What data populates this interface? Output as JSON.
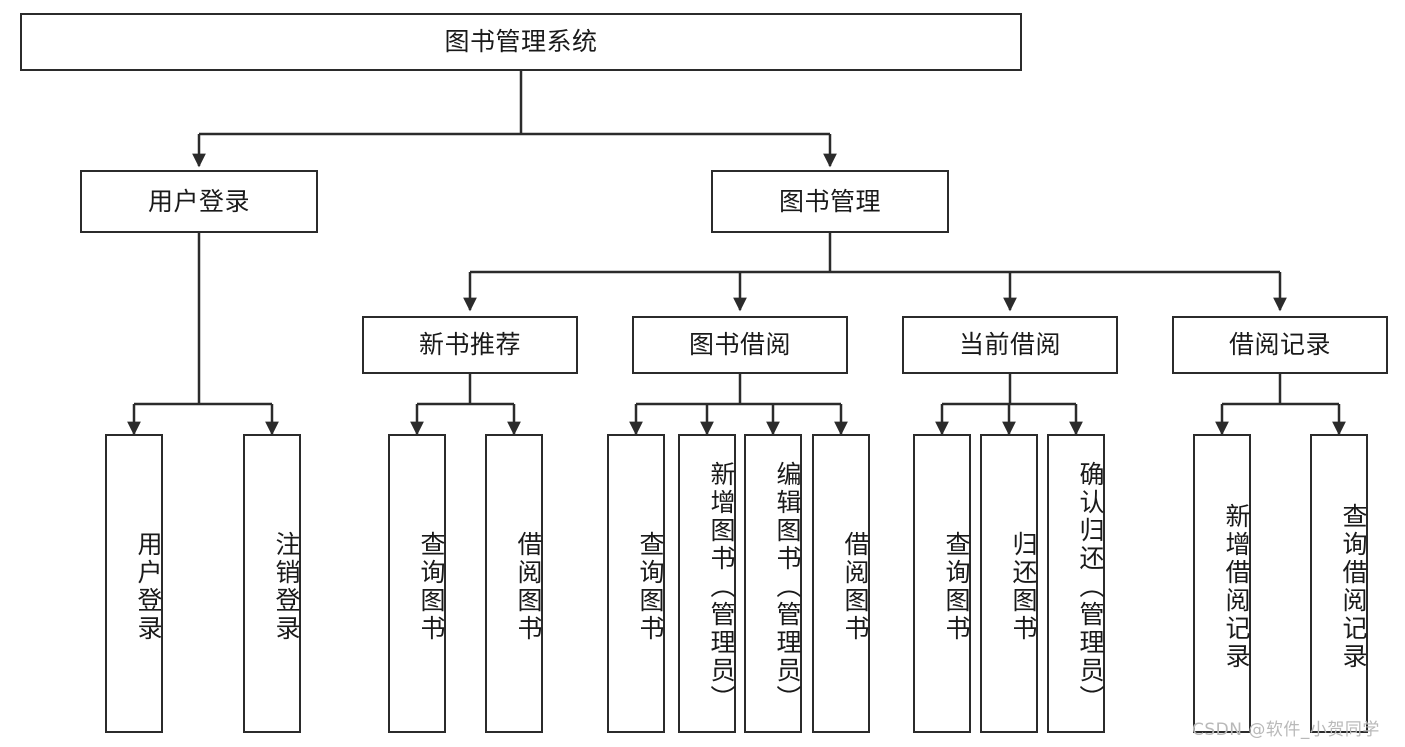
{
  "diagram": {
    "title": "图书管理系统",
    "type": "functional-decomposition-tree",
    "levels": {
      "level1": [
        "图书管理系统"
      ],
      "level2": [
        "用户登录",
        "图书管理"
      ],
      "level3": [
        "新书推荐",
        "图书借阅",
        "当前借阅",
        "借阅记录"
      ]
    },
    "nodes": {
      "root": {
        "label": "图书管理系统"
      },
      "user_login": {
        "label": "用户登录"
      },
      "book_manage": {
        "label": "图书管理"
      },
      "new_book_rec": {
        "label": "新书推荐"
      },
      "book_borrow": {
        "label": "图书借阅"
      },
      "current_borrow": {
        "label": "当前借阅"
      },
      "borrow_record": {
        "label": "借阅记录"
      },
      "leaf_user_login": {
        "label": "用户登录"
      },
      "leaf_logout": {
        "label": "注销登录"
      },
      "leaf_query_book_1": {
        "label": "查询图书"
      },
      "leaf_borrow_book_1": {
        "label": "借阅图书"
      },
      "leaf_query_book_2": {
        "label": "查询图书"
      },
      "leaf_add_book": {
        "label": "新增图书（管理员）"
      },
      "leaf_edit_book": {
        "label": "编辑图书（管理员）"
      },
      "leaf_borrow_book_2": {
        "label": "借阅图书"
      },
      "leaf_query_book_3": {
        "label": "查询图书"
      },
      "leaf_return_book": {
        "label": "归还图书"
      },
      "leaf_confirm_return": {
        "label": "确认归还（管理员）"
      },
      "leaf_add_record": {
        "label": "新增借阅记录"
      },
      "leaf_query_record": {
        "label": "查询借阅记录"
      }
    }
  },
  "watermark": {
    "text": "CSDN @软件_小贺同学"
  },
  "colors": {
    "stroke": "#2b2b2b",
    "fill": "#ffffff",
    "text": "#1a1a1a",
    "watermark": "#b9b9b9"
  }
}
